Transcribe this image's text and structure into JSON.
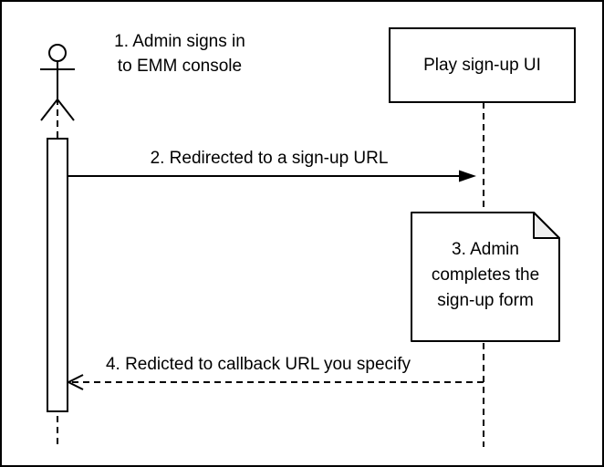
{
  "diagram": {
    "type": "uml-sequence-diagram",
    "colors": {
      "background": "#ffffff",
      "stroke": "#000000",
      "text": "#000000",
      "note_fold_fill": "#f0f0f0",
      "shape_fill": "#ffffff"
    },
    "actor": {
      "label": "1. Admin signs in\nto EMM console"
    },
    "participant": {
      "label": "Play sign-up UI"
    },
    "messages": [
      {
        "step": "2",
        "label": "2. Redirected to a sign-up URL",
        "style": "solid",
        "arrowhead": "filled",
        "direction": "left-to-right"
      },
      {
        "step": "4",
        "label": "4. Redicted to callback URL you specify",
        "style": "dashed",
        "arrowhead": "open",
        "direction": "right-to-left"
      }
    ],
    "note": {
      "label": "3. Admin\ncompletes the\nsign-up form"
    }
  }
}
